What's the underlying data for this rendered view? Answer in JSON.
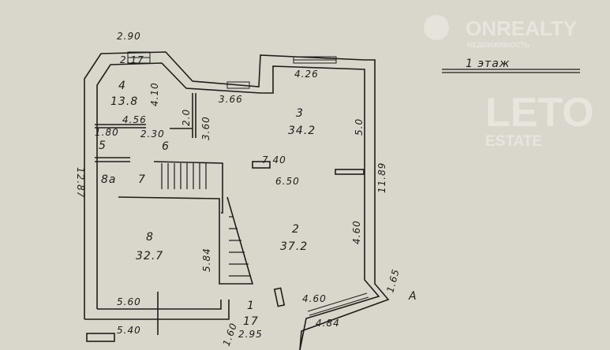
{
  "title": "1 этаж",
  "watermarks": {
    "onrealty": "ONREALTY",
    "onrealty_sub": "НЕДВИЖИМОСТЬ",
    "leto": "LETO",
    "estate": "ESTATE"
  },
  "rooms": [
    {
      "number": "1",
      "area": "17"
    },
    {
      "number": "2",
      "area": "37.2"
    },
    {
      "number": "3",
      "area": "34.2"
    },
    {
      "number": "4",
      "area": "13.8"
    },
    {
      "number": "5",
      "area": ""
    },
    {
      "number": "6",
      "area": ""
    },
    {
      "number": "7",
      "area": ""
    },
    {
      "number": "8",
      "area": "32.7"
    },
    {
      "number": "8a",
      "area": ""
    }
  ],
  "dimensions": {
    "d_2_90": "2.90",
    "d_2_17": "2.17",
    "d_4_10": "4.10",
    "d_3_66": "3.66",
    "d_4_26": "4.26",
    "d_5_0": "5.0",
    "d_4_56": "4.56",
    "d_1_80": "1.80",
    "d_2_30": "2.30",
    "d_2_0": "2.0",
    "d_3_60": "3.60",
    "d_7_40": "7.40",
    "d_6_50": "6.50",
    "d_11_89": "11.89",
    "d_12_87": "12.87",
    "d_5_84": "5.84",
    "d_4_60a": "4.60",
    "d_1_65": "1.65",
    "d_5_60": "5.60",
    "d_4_60b": "4.60",
    "d_5_40": "5.40",
    "d_4_84": "4.84",
    "d_2_95": "2.95",
    "d_1_60": "1.60"
  },
  "mark_a": "А"
}
